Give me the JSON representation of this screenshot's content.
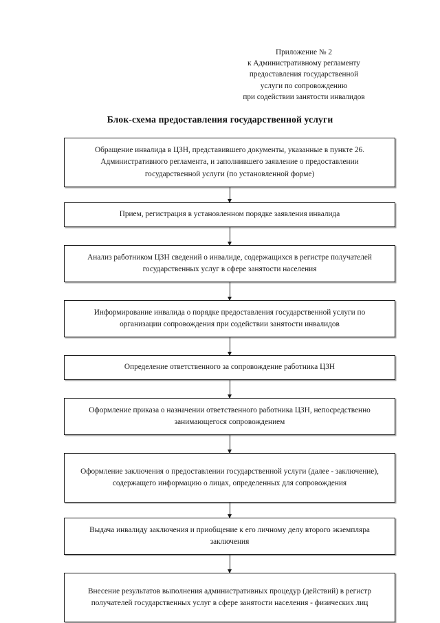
{
  "header": {
    "lines": [
      "Приложение № 2",
      "к Административному регламенту",
      "предоставления государственной",
      "услуги по сопровождению",
      "при содействии занятости инвалидов"
    ]
  },
  "title": "Блок-схема предоставления государственной услуги",
  "flowchart": {
    "type": "flowchart",
    "orientation": "vertical",
    "connector": "downward-arrow",
    "nodes": [
      {
        "id": "step-1",
        "text": "Обращение инвалида в ЦЗН, представившего документы, указанные в пункте 26. Административного регламента, и заполнившего заявление о предоставлении государственной услуги (по установленной форме)",
        "lines": 3
      },
      {
        "id": "step-2",
        "text": "Прием, регистрация в установленном порядке заявления инвалида",
        "lines": 1
      },
      {
        "id": "step-3",
        "text": "Анализ работником ЦЗН сведений о инвалиде, содержащихся в регистре получателей государственных услуг в сфере занятости населения",
        "lines": 2
      },
      {
        "id": "step-4",
        "text": "Информирование инвалида о порядке предоставления государственной услуги по организации сопровождения при содействии занятости инвалидов",
        "lines": 2
      },
      {
        "id": "step-5",
        "text": "Определение ответственного за сопровождение работника ЦЗН",
        "lines": 1
      },
      {
        "id": "step-6",
        "text": "Оформление приказа о назначении ответственного работника ЦЗН, непосредственно занимающегося сопровождением",
        "lines": 2
      },
      {
        "id": "step-7",
        "text": "Оформление заключения о предоставлении государственной услуги (далее - заключение), содержащего информацию о лицах, определенных для сопровождения",
        "lines": 3
      },
      {
        "id": "step-8",
        "text": "Выдача инвалиду заключения и приобщение к его личному делу второго экземпляра заключения",
        "lines": 2
      },
      {
        "id": "step-9",
        "text": "Внесение результатов выполнения административных процедур (действий) в регистр получателей государственных услуг в сфере занятости населения - физических лиц",
        "lines": 3
      }
    ]
  },
  "colors": {
    "page_background": "#ffffff",
    "text": "#1a1a1a",
    "box_border": "#1a1a1a",
    "box_shadow": "#a8a8a8"
  }
}
